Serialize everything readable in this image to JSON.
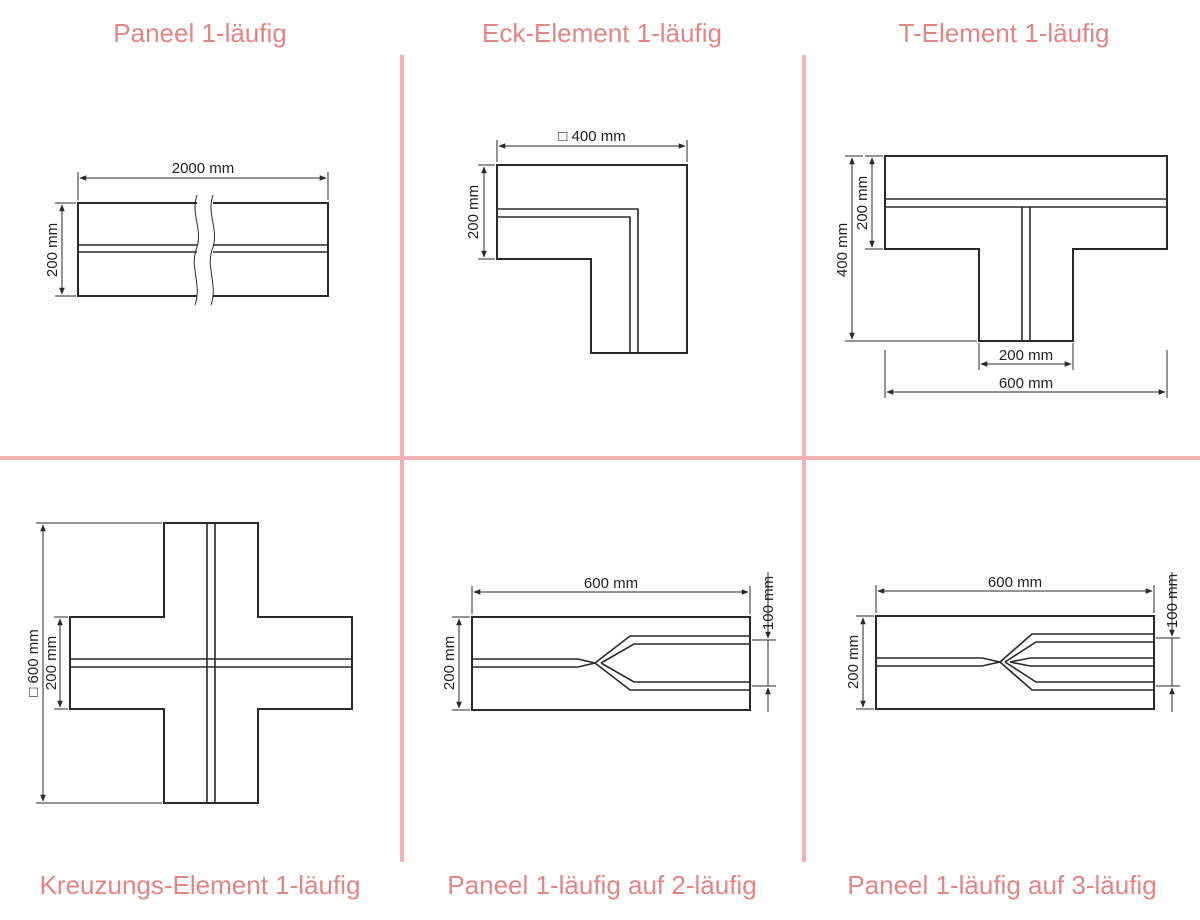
{
  "titles": {
    "panel": "Paneel 1-läufig",
    "corner": "Eck-Element 1-läufig",
    "t": "T-Element 1-läufig",
    "cross": "Kreuzungs-Element 1-läufig",
    "split2": "Paneel 1-läufig auf 2-läufig",
    "split3": "Paneel 1-läufig auf 3-läufig"
  },
  "dims": {
    "panel_length": "2000 mm",
    "panel_height": "200 mm",
    "corner_size": "□ 400 mm",
    "corner_height": "200 mm",
    "t_arm": "200 mm",
    "t_height": "400 mm",
    "t_stem": "200 mm",
    "t_width": "600 mm",
    "cross_size": "□ 600 mm",
    "cross_arm": "200 mm",
    "split2_length": "600 mm",
    "split2_height": "200 mm",
    "split2_lane": "100 mm",
    "split3_length": "600 mm",
    "split3_height": "200 mm",
    "split3_lane": "100 mm"
  },
  "colors": {
    "title": "#e48585",
    "divider": "#f0b4b4",
    "line": "#2a2a2a"
  }
}
